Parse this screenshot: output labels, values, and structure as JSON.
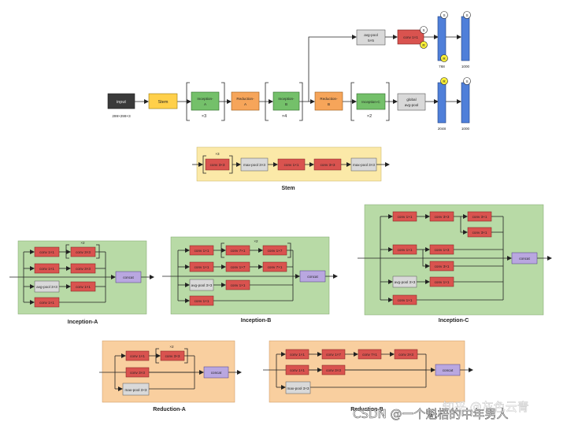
{
  "top": {
    "input": "input",
    "input_size": "299×299×3",
    "stem": "Stem",
    "inception_a": [
      "Inception-",
      "A"
    ],
    "x3": "×3",
    "reduction_a": [
      "Reduction-",
      "A"
    ],
    "inception_b": [
      "Inception-",
      "B"
    ],
    "x4": "×4",
    "reduction_b": [
      "Reduction-",
      "B"
    ],
    "inception_c": "Inception-C",
    "x2": "×2",
    "global_avg_pool": [
      "global",
      "avg-pool"
    ],
    "avg_pool": [
      "avg-pool",
      "5×5"
    ],
    "conv1x1": "conv 1×1",
    "badge_s": "S",
    "badge_r": "R",
    "aux_768": "768",
    "aux_1000": "1000",
    "main_2048": "2048",
    "main_1000": "1000"
  },
  "stem": {
    "title": "Stem",
    "rep": "×3",
    "nodes": [
      "conv 3×3",
      "max-pool 3×3",
      "conv 1×1",
      "conv 3×3",
      "max-pool 3×3"
    ]
  },
  "inception_a": {
    "title": "Inception-A",
    "rep": "×2",
    "c1a": "conv 1×1",
    "c1b": "conv 3×3",
    "c2a": "conv 1×1",
    "c2b": "conv 3×3",
    "c3a": "avg-pool 3×3",
    "c3b": "conv 1×1",
    "c4a": "conv 1×1",
    "concat": "concat"
  },
  "inception_b": {
    "title": "Inception-B",
    "rep": "×2",
    "c1a": "conv 1×1",
    "c1b": "conv 7×1",
    "c1c": "conv 1×7",
    "c2a": "conv 1×1",
    "c2b": "conv 1×7",
    "c2c": "conv 7×1",
    "c3a": "avg-pool 3×3",
    "c3b": "conv 1×1",
    "c4a": "conv 1×1",
    "concat": "concat"
  },
  "inception_c": {
    "title": "Inception-C",
    "c1a": "conv 1×1",
    "c1b": "conv 3×3",
    "c1c": "conv 3×1",
    "c1d": "conv 3×1",
    "c2a": "conv 1×1",
    "c2b": "conv 1×3",
    "c2c": "conv 3×1",
    "c3a": "avg-pool 3×3",
    "c3b": "conv 1×1",
    "c4a": "conv 1×1",
    "concat": "concat"
  },
  "reduction_a": {
    "title": "Reduction-A",
    "rep": "×2",
    "c1a": "conv 1×1",
    "c1b": "conv 3×3",
    "c2a": "conv 3×3",
    "c3a": "max-pool 3×3",
    "concat": "concat"
  },
  "reduction_b": {
    "title": "Reduction-B",
    "c1a": "conv 1×1",
    "c1b": "conv 1×7",
    "c1c": "conv 7×1",
    "c1d": "conv 3×3",
    "c2a": "conv 1×1",
    "c2b": "conv 3×3",
    "c3a": "max-pool 3×3",
    "concat": "concat"
  },
  "watermark": {
    "zhihu": "知乎 @灰色云青",
    "csdn": "CSDN @一个魁梧的中年男人"
  },
  "colors": {
    "conv": "#d9534f",
    "pool": "#d9d9d9",
    "concat": "#b9a7e0",
    "stem": "#ffd04a",
    "inception": "#74c06a",
    "reduction": "#f6a55a",
    "fc": "#4f7fd9",
    "green_bg": "#b8daa6",
    "orange_bg": "#f9cf9f",
    "yellow_bg": "#fbe9a8"
  }
}
